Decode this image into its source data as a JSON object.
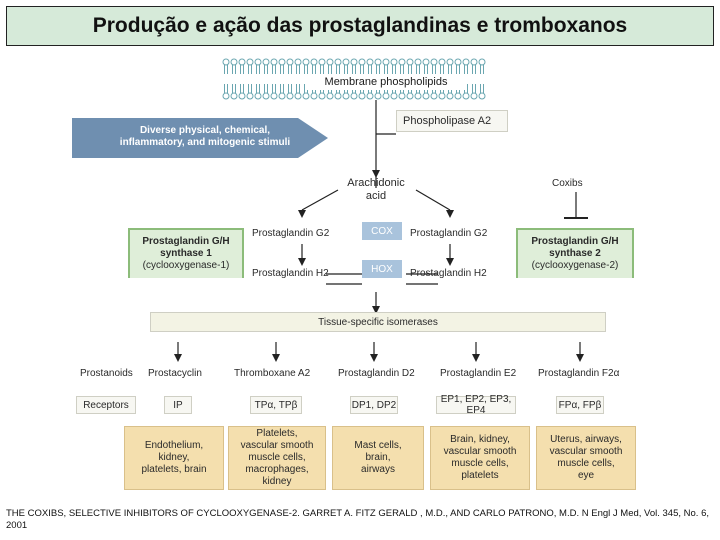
{
  "title": "Produção e ação das prostaglandinas e tromboxanos",
  "diagram": {
    "membrane": "Membrane phospholipids",
    "phospholipase": "Phospholipase A2",
    "stimuli_line1": "Diverse physical, chemical,",
    "stimuli_line2": "inflammatory, and mitogenic stimuli",
    "arachidonic_line1": "Arachidonic",
    "arachidonic_line2": "acid",
    "coxibs": "Coxibs",
    "pgg2_left": "Prostaglandin G2",
    "pgg2_right": "Prostaglandin G2",
    "pgh2_left": "Prostaglandin H2",
    "pgh2_right": "Prostaglandin H2",
    "cox": "COX",
    "hox": "HOX",
    "synthase1_line1": "Prostaglandin G/H",
    "synthase1_line2": "synthase 1",
    "synthase1_line3": "(cyclooxygenase-1)",
    "synthase2_line1": "Prostaglandin G/H",
    "synthase2_line2": "synthase 2",
    "synthase2_line3": "(cyclooxygenase-2)",
    "isomerases": "Tissue-specific isomerases",
    "prostanoids_label": "Prostanoids",
    "receptors_label": "Receptors",
    "prostanoids": [
      "Prostacyclin",
      "Thromboxane A2",
      "Prostaglandin D2",
      "Prostaglandin E2",
      "Prostaglandin F2α"
    ],
    "receptors": [
      "IP",
      "TPα, TPβ",
      "DP1, DP2",
      "EP1, EP2, EP3, EP4",
      "FPα, FPβ"
    ],
    "tissues": [
      [
        "Endothelium,",
        "kidney,",
        "platelets, brain"
      ],
      [
        "Platelets,",
        "vascular smooth",
        "muscle cells,",
        "macrophages,",
        "kidney"
      ],
      [
        "Mast cells,",
        "brain,",
        "airways"
      ],
      [
        "Brain, kidney,",
        "vascular smooth",
        "muscle cells,",
        "platelets"
      ],
      [
        "Uterus, airways,",
        "vascular smooth",
        "muscle cells,",
        "eye"
      ]
    ]
  },
  "citation": "THE COXIBS, SELECTIVE INHIBITORS OF CYCLOOXYGENASE-2. GARRET A. FITZ GERALD , M.D., AND CARLO PATRONO, M.D. N Engl J Med, Vol. 345, No. 6, 2001"
}
